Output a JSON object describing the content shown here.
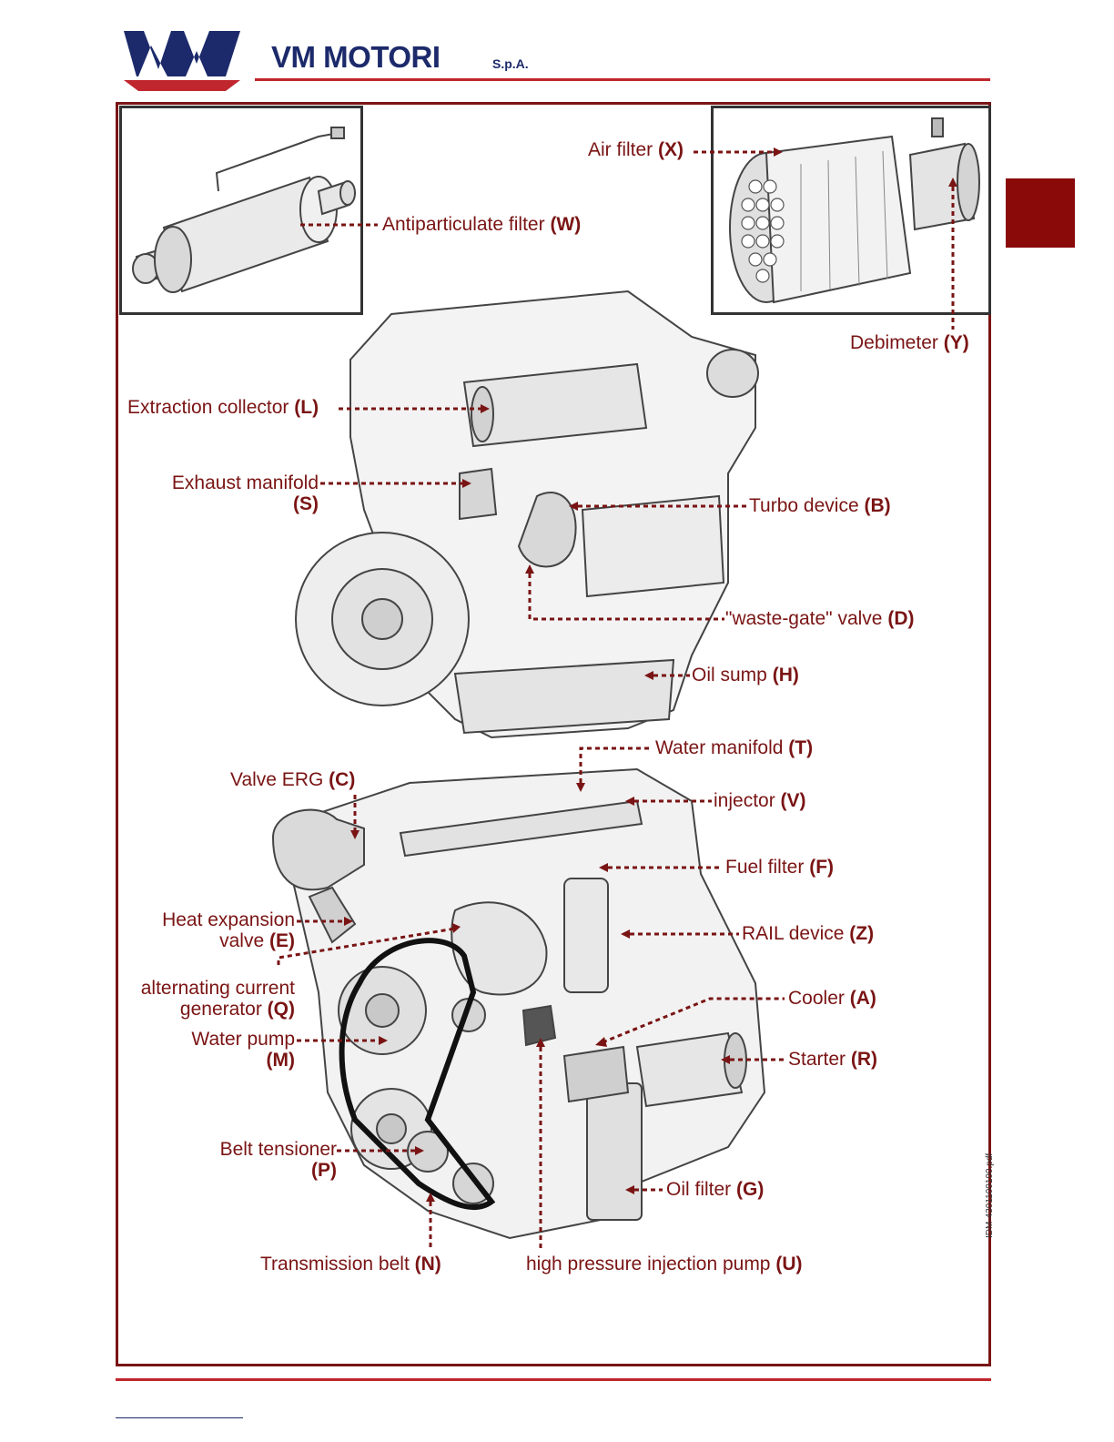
{
  "header": {
    "brand": "VM MOTORI",
    "brand_suffix": "S.p.A.",
    "accent_color": "#c0262d",
    "brand_color": "#1c2a6b",
    "tab_color": "#8a0a0a"
  },
  "labels": {
    "W": {
      "name": "Antiparticulate filter",
      "code": "(W)"
    },
    "X": {
      "name": "Air filter",
      "code": "(X)"
    },
    "Y": {
      "name": "Debimeter",
      "code": "(Y)"
    },
    "L": {
      "name": "Extraction collector",
      "code": "(L)"
    },
    "S": {
      "name": "Exhaust manifold",
      "code": "(S)"
    },
    "B": {
      "name": "Turbo device",
      "code": "(B)"
    },
    "D": {
      "name": "\"waste-gate\" valve",
      "code": "(D)"
    },
    "H": {
      "name": "Oil sump",
      "code": "(H)"
    },
    "T": {
      "name": "Water manifold",
      "code": "(T)"
    },
    "C": {
      "name": "Valve ERG",
      "code": "(C)"
    },
    "V": {
      "name": "injector",
      "code": "(V)"
    },
    "F": {
      "name": "Fuel filter",
      "code": "(F)"
    },
    "E": {
      "name_line1": "Heat expansion",
      "name_line2": "valve",
      "code": "(E)"
    },
    "Z": {
      "name": "RAIL device",
      "code": "(Z)"
    },
    "Q": {
      "name_line1": "alternating current",
      "name_line2": "generator",
      "code": "(Q)"
    },
    "A": {
      "name": "Cooler",
      "code": "(A)"
    },
    "M": {
      "name": "Water pump",
      "code": "(M)"
    },
    "R": {
      "name": "Starter",
      "code": "(R)"
    },
    "P": {
      "name": "Belt tensioner",
      "code": "(P)"
    },
    "G": {
      "name": "Oil filter",
      "code": "(G)"
    },
    "N": {
      "name": "Transmission belt",
      "code": "(N)"
    },
    "U": {
      "name": "high pressure injection pump",
      "code": "(U)"
    }
  },
  "figure_code": "IDM-4301100100.pdf",
  "leader_color": "#7a1414"
}
